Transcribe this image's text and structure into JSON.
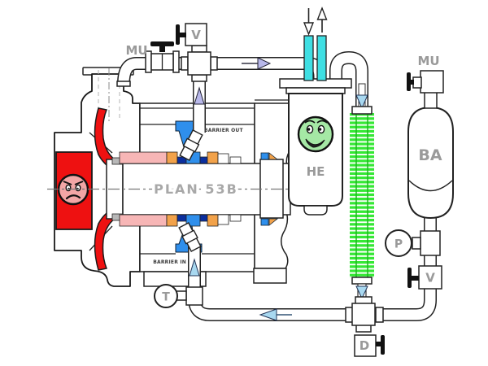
{
  "diagram": {
    "plan_label": "PLAN 53B",
    "port_labels": {
      "barrier_out": "BARRIER OUT",
      "barrier_in": "BARRIER IN"
    },
    "equipment_labels": {
      "makeup_valve_top": "MU",
      "vent_valve_top": "V",
      "heat_exchanger": "HE",
      "makeup_valve_accumulator": "MU",
      "bladder_accumulator": "BA",
      "pressure_gauge": "P",
      "accumulator_isolation_valve": "V",
      "drain_valve": "D",
      "temperature_gauge": "T"
    },
    "icons": {
      "angry-face-icon": "red frowning face on pump process side",
      "happy-face-icon": "green smiling face on heat exchanger",
      "flow-arrow-right-icon": "lavender arrow, barrier fluid out",
      "flow-arrow-up-barrier-out-icon": "lavender arrow up from seal",
      "cooling-water-in-arrow-icon": "black arrow down into exchanger",
      "cooling-water-out-arrow-icon": "black arrow up out of exchanger",
      "flow-arrow-down-cooler-icon": "light blue arrow down through finned cooler",
      "flow-arrow-left-return-icon": "light blue arrow left in return line",
      "flow-arrow-up-barrier-in-icon": "light blue arrow up into seal"
    },
    "colors": {
      "process_red": "#ee1111",
      "face_angry_pink": "#f2a6a6",
      "face_happy_green": "#a5e8a5",
      "barrier_blue": "#2f8fec",
      "seal_dark_blue": "#0b2e9e",
      "seal_orange": "#f2a24a",
      "sleeve_pink": "#f7b6b6",
      "cooling_water_cyan": "#3fdfe3",
      "fin_green": "#35e835",
      "arrow_lavender": "#b8b8ea",
      "arrow_light_blue": "#a8d8f0",
      "label_gray": "#9a9a9a"
    }
  }
}
